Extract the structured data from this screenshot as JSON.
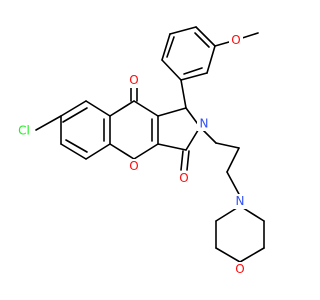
{
  "colors": {
    "bond": "#000000",
    "oxygen": "#FF0D0D",
    "nitrogen": "#3050F8",
    "chlorine": "#1FF01F",
    "background": "#FFFFFF"
  },
  "atom_labels": {
    "cl": "Cl",
    "o_ketone": "O",
    "o_pyran": "O",
    "o_lactam": "O",
    "n_ring": "N",
    "o_methoxy": "O",
    "n_morpholine": "N",
    "o_morpholine": "O"
  }
}
